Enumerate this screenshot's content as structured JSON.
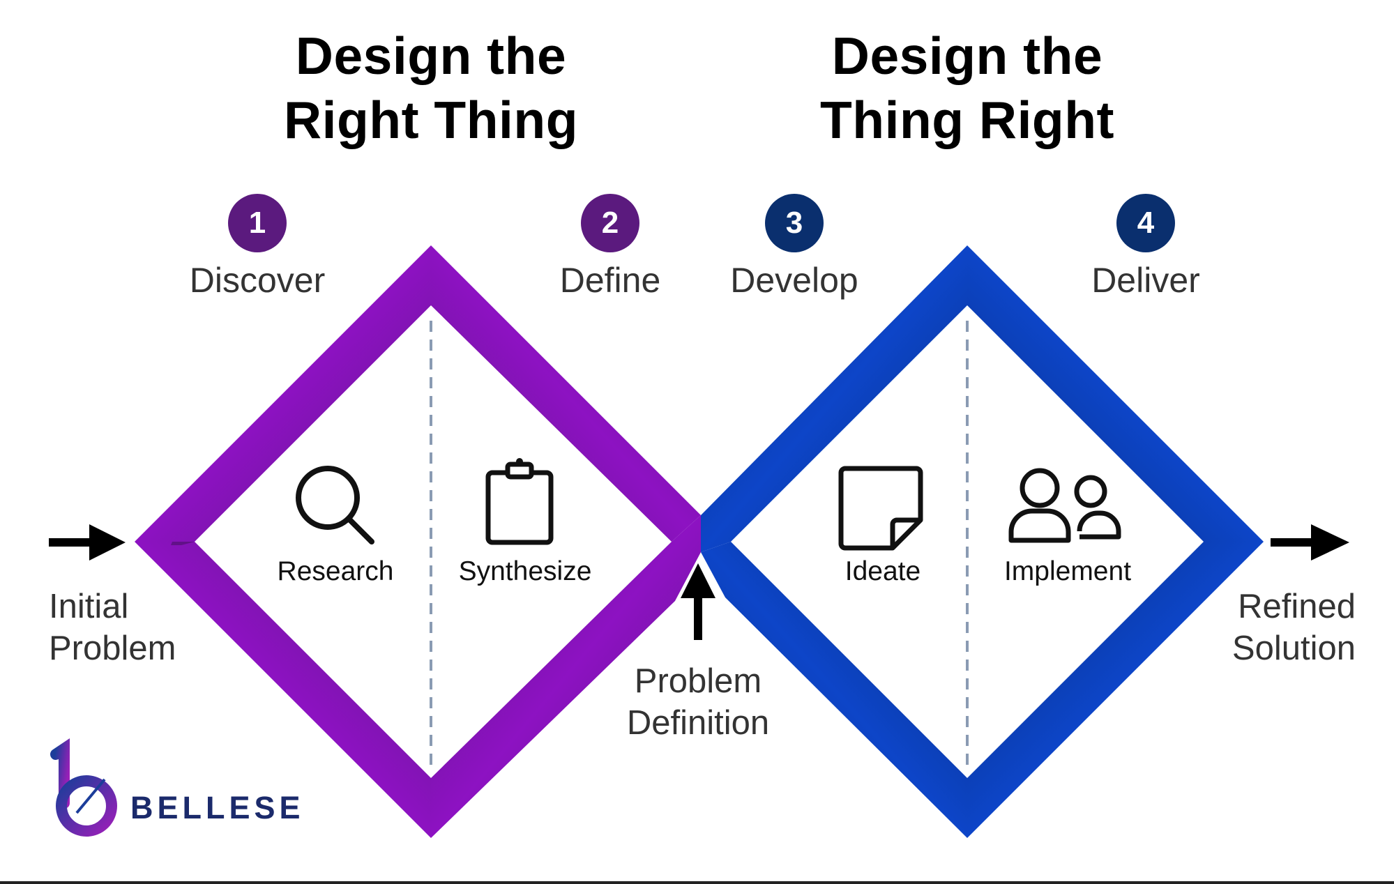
{
  "headings": {
    "left": [
      "Design the",
      "Right Thing"
    ],
    "right": [
      "Design the",
      "Thing Right"
    ]
  },
  "steps": [
    {
      "number": "1",
      "label": "Discover",
      "color": "#5b1a7e"
    },
    {
      "number": "2",
      "label": "Define",
      "color": "#5b1a7e"
    },
    {
      "number": "3",
      "label": "Develop",
      "color": "#0a2f6e"
    },
    {
      "number": "4",
      "label": "Deliver",
      "color": "#0a2f6e"
    }
  ],
  "activities": [
    {
      "label": "Research",
      "icon": "magnifier-icon"
    },
    {
      "label": "Synthesize",
      "icon": "clipboard-icon"
    },
    {
      "label": "Ideate",
      "icon": "sticky-note-icon"
    },
    {
      "label": "Implement",
      "icon": "people-icon"
    }
  ],
  "labels": {
    "initial_problem": [
      "Initial",
      "Problem"
    ],
    "problem_definition": [
      "Problem",
      "Definition"
    ],
    "refined_solution": [
      "Refined",
      "Solution"
    ]
  },
  "brand": {
    "name": "BELLESE"
  },
  "colors": {
    "purple": "#7a16a6",
    "purple_dark": "#4e1470",
    "blue": "#0d3fb8",
    "blue_dark": "#082c7a",
    "divider": "#8a9bb3"
  }
}
